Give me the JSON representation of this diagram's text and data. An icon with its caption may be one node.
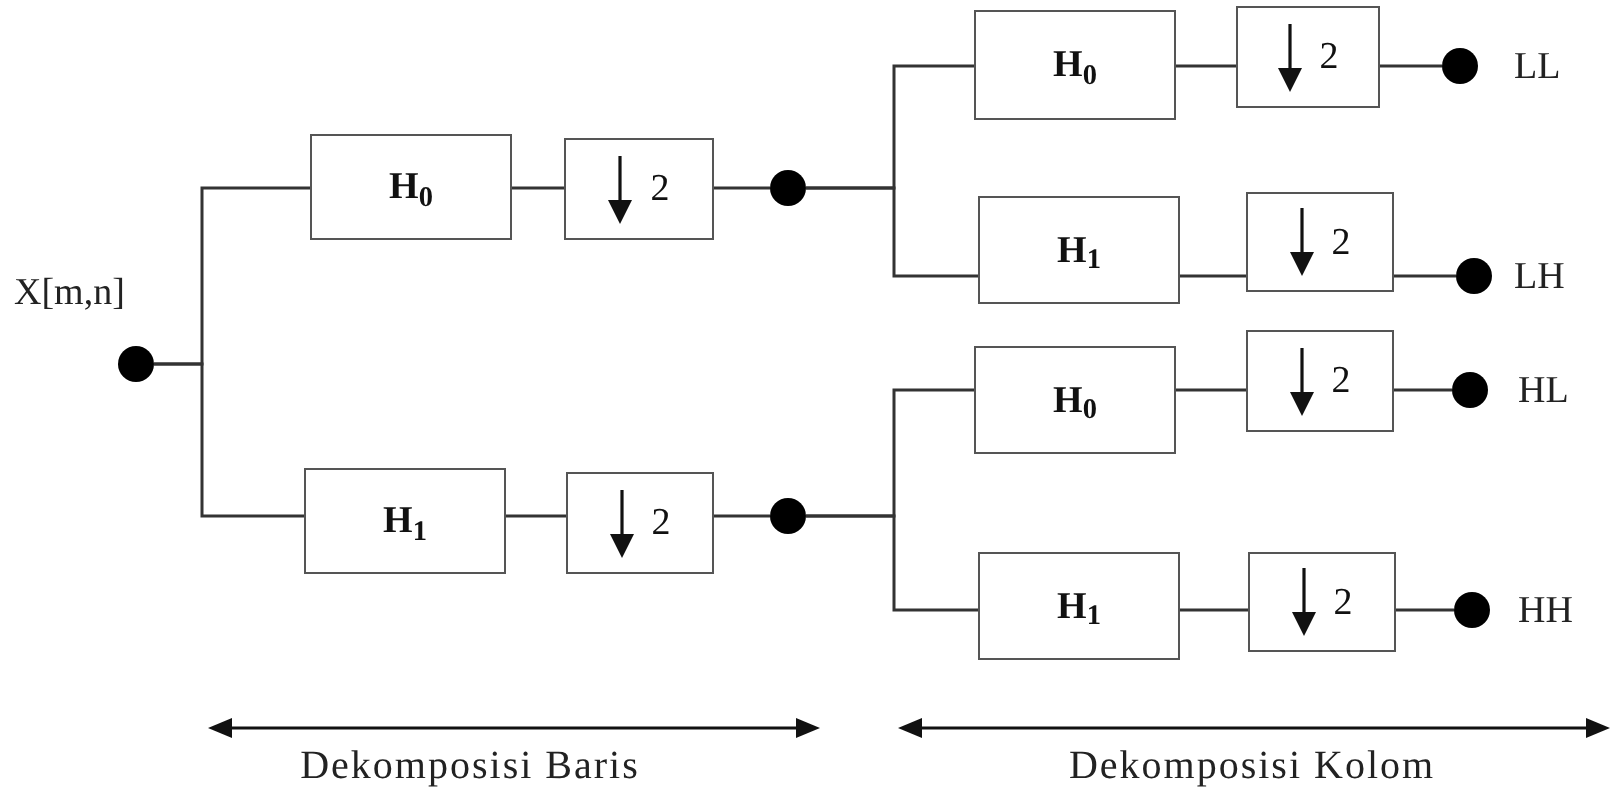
{
  "diagram": {
    "nodes": [
      {
        "text": [],
        "shape": "circle",
        "beside": [
          "X[m,n]"
        ]
      },
      {
        "text": [
          "H$_{0}$"
        ]
      },
      {
        "text": [
          "2"
        ]
      },
      {
        "text": [],
        "shape": "circle"
      },
      {
        "text": [
          "H$_{1}$"
        ]
      },
      {
        "text": [
          "2"
        ]
      },
      {
        "text": [],
        "shape": "circle"
      },
      {
        "text": [
          "H$_{0}$"
        ]
      },
      {
        "text": [
          "2"
        ]
      },
      {
        "text": [],
        "shape": "circle",
        "beside": [
          "LL"
        ]
      },
      {
        "text": [
          "H$_{1}$"
        ]
      },
      {
        "text": [
          "2"
        ]
      },
      {
        "text": [],
        "shape": "circle",
        "beside": [
          "LH"
        ]
      },
      {
        "text": [
          "H$_{0}$"
        ]
      },
      {
        "text": [
          "2"
        ]
      },
      {
        "text": [],
        "shape": "circle",
        "beside": [
          "HL"
        ]
      },
      {
        "text": [
          "H$_{1}$"
        ]
      },
      {
        "text": [
          "2"
        ]
      },
      {
        "text": [],
        "shape": "circle",
        "beside": [
          "HH"
        ]
      }
    ],
    "edges": [
      {
        "from": 0,
        "to": 1,
        "arrow": "none"
      },
      {
        "from": 0,
        "to": 4,
        "arrow": "none"
      },
      {
        "from": 1,
        "to": 2,
        "arrow": "none"
      },
      {
        "from": 2,
        "to": 3,
        "arrow": "none"
      },
      {
        "from": 4,
        "to": 5,
        "arrow": "none"
      },
      {
        "from": 5,
        "to": 6,
        "arrow": "none"
      },
      {
        "from": 3,
        "to": 7,
        "arrow": "none"
      },
      {
        "from": 3,
        "to": 10,
        "arrow": "none"
      },
      {
        "from": 7,
        "to": 8,
        "arrow": "none"
      },
      {
        "from": 8,
        "to": 9,
        "arrow": "none"
      },
      {
        "from": 10,
        "to": 11,
        "arrow": "none"
      },
      {
        "from": 11,
        "to": 12,
        "arrow": "none"
      },
      {
        "from": 6,
        "to": 13,
        "arrow": "none"
      },
      {
        "from": 6,
        "to": 16,
        "arrow": "none"
      },
      {
        "from": 13,
        "to": 14,
        "arrow": "none"
      },
      {
        "from": 14,
        "to": 15,
        "arrow": "none"
      },
      {
        "from": 16,
        "to": 17,
        "arrow": "none"
      },
      {
        "from": 17,
        "to": 18,
        "arrow": "none"
      }
    ],
    "labels": [
      "Dekomposisi Baris",
      "Dekomposisi Kolom"
    ]
  }
}
